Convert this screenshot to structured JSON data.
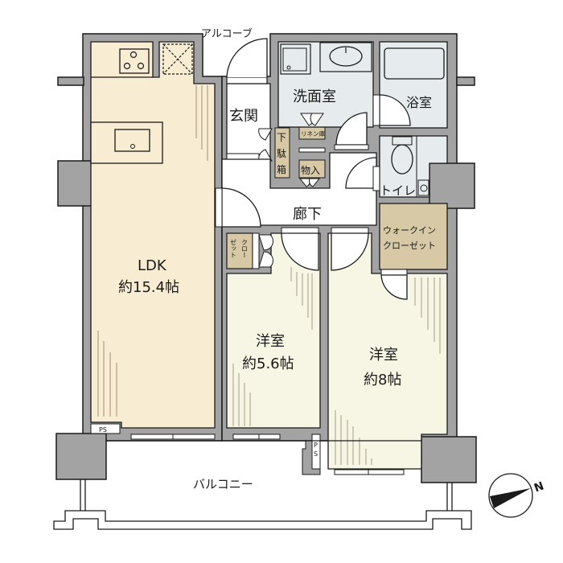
{
  "floor_plan": {
    "colors": {
      "wall": "#a3a3a3",
      "outline": "#1a1a1a",
      "ldk_floor": "#f8ecd3",
      "bedroom_floor": "#f7f6e4",
      "wet_area": "#e6ecee",
      "storage": "#d8c9a6",
      "flooring_lines": "#7a6a4a"
    },
    "labels": {
      "alcove": "アルコーブ",
      "entrance": "玄関",
      "washroom": "洗面室",
      "bathroom": "浴室",
      "toilet": "トイレ",
      "linen_storage": "リネン庫",
      "storage": "物入",
      "shoe_box_1": "下",
      "shoe_box_2": "駄",
      "shoe_box_3": "箱",
      "hallway": "廊下",
      "wic_line1": "ウォークイン",
      "wic_line2": "クローゼット",
      "closet_col1": "ゼット",
      "closet_col2": "クロー",
      "ldk_name": "LDK",
      "ldk_size": "約15.4帖",
      "room1_name": "洋室",
      "room1_size": "約5.6帖",
      "room2_name": "洋室",
      "room2_size": "約8帖",
      "ps_left": "PS",
      "ps_right_1": "P",
      "ps_right_2": "S",
      "balcony": "バルコニー",
      "north": "N"
    },
    "rooms": [
      {
        "id": "ldk",
        "name": "LDK",
        "size": "約15.4帖"
      },
      {
        "id": "western-room-1",
        "name": "洋室",
        "size": "約5.6帖"
      },
      {
        "id": "western-room-2",
        "name": "洋室",
        "size": "約8帖"
      },
      {
        "id": "washroom",
        "name": "洗面室"
      },
      {
        "id": "bathroom",
        "name": "浴室"
      },
      {
        "id": "toilet",
        "name": "トイレ"
      },
      {
        "id": "entrance",
        "name": "玄関"
      },
      {
        "id": "hallway",
        "name": "廊下"
      },
      {
        "id": "walk-in-closet",
        "name": "ウォークインクローゼット"
      },
      {
        "id": "balcony",
        "name": "バルコニー"
      }
    ]
  }
}
